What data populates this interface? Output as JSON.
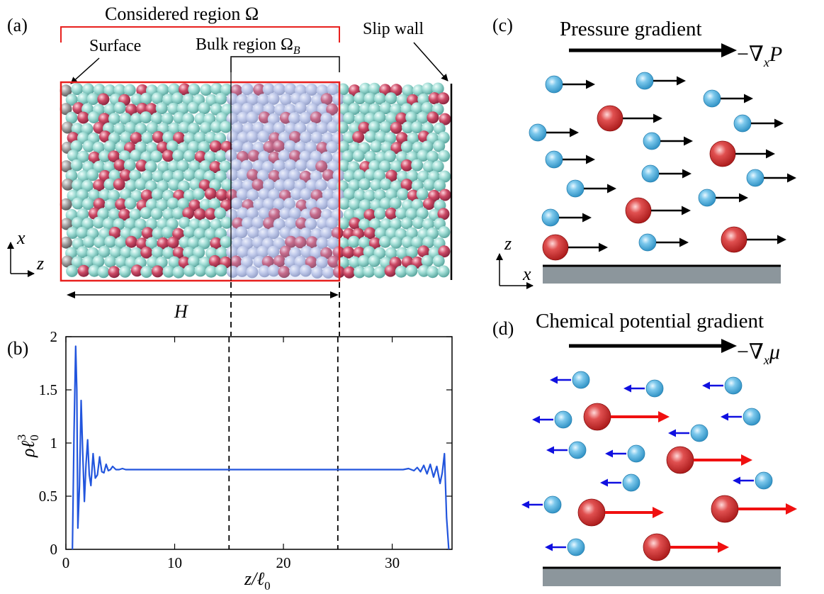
{
  "panel_a": {
    "label": "(a)",
    "considered_region": "Considered region Ω",
    "surface_label": "Surface",
    "bulk_region_label": "Bulk region Ω",
    "bulk_region_subscript": "B",
    "slip_wall_label": "Slip wall",
    "axis_x": "x",
    "axis_z": "z",
    "h_label": "H",
    "colors": {
      "solvent": "#8fd8d0",
      "solute": "#c8405e",
      "bulk_overlay": "#b9c4f0",
      "region_box": "#e8201e"
    }
  },
  "panel_b": {
    "label": "(b)"
  },
  "panel_c": {
    "label": "(c)",
    "title": "Pressure gradient",
    "force_label": "−∇",
    "force_sub": "x",
    "force_var": "P",
    "axis_z": "z",
    "axis_x": "x"
  },
  "panel_d": {
    "label": "(d)",
    "title": "Chemical potential gradient",
    "force_label": "−∇",
    "force_sub": "x",
    "force_var": "μ",
    "colors": {
      "blue_arrow": "#1010e0",
      "red_arrow": "#f01010"
    }
  },
  "chart_data": {
    "type": "line",
    "xlabel": "z/ℓ",
    "xlabel_sub": "0",
    "ylabel": "ρℓ",
    "ylabel_sub": "0",
    "ylabel_sup": "3",
    "xlim": [
      0,
      35.5
    ],
    "ylim": [
      0,
      2
    ],
    "xticks": [
      0,
      10,
      20,
      30
    ],
    "yticks": [
      0,
      0.5,
      1,
      1.5,
      2
    ],
    "ytick_labels": [
      "0",
      "0.5",
      "1",
      "1.5",
      "2"
    ],
    "dashed_lines_x": [
      15,
      25
    ],
    "series": [
      {
        "color": "#2255dd",
        "x": [
          0.6,
          0.75,
          0.9,
          1.0,
          1.1,
          1.25,
          1.4,
          1.55,
          1.7,
          1.85,
          2.0,
          2.15,
          2.3,
          2.5,
          2.7,
          2.9,
          3.1,
          3.3,
          3.5,
          3.7,
          3.9,
          4.1,
          4.3,
          4.6,
          4.9,
          5.2,
          5.5,
          5.8,
          6.2,
          6.6,
          7,
          8,
          10,
          15,
          20,
          25,
          30,
          31,
          31.5,
          32,
          32.3,
          32.6,
          32.9,
          33.2,
          33.5,
          33.8,
          34.1,
          34.4,
          34.6,
          34.8,
          35.0,
          35.2
        ],
        "y": [
          0.0,
          1.1,
          1.91,
          1.5,
          0.2,
          0.6,
          1.4,
          0.9,
          0.45,
          0.8,
          1.03,
          0.7,
          0.6,
          0.9,
          0.67,
          0.7,
          0.87,
          0.73,
          0.72,
          0.8,
          0.74,
          0.75,
          0.78,
          0.75,
          0.75,
          0.76,
          0.75,
          0.75,
          0.75,
          0.75,
          0.75,
          0.75,
          0.75,
          0.75,
          0.75,
          0.75,
          0.75,
          0.75,
          0.76,
          0.74,
          0.77,
          0.73,
          0.79,
          0.71,
          0.8,
          0.68,
          0.78,
          0.62,
          0.72,
          0.9,
          0.3,
          0.0
        ]
      }
    ]
  }
}
